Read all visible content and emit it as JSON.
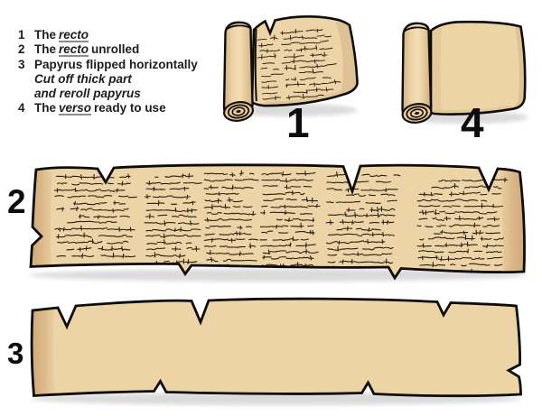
{
  "legend": {
    "items": [
      {
        "num": "1",
        "pre": "The",
        "term": "recto",
        "post": ""
      },
      {
        "num": "2",
        "pre": "The",
        "term": "recto",
        "post": "unrolled"
      },
      {
        "num": "3",
        "text": "Papyrus flipped horizontally",
        "sub1": "Cut off thick part",
        "sub2": "and reroll papyrus"
      },
      {
        "num": "4",
        "pre": "The",
        "term": "verso",
        "post": "ready to use"
      }
    ]
  },
  "labels": {
    "scroll_recto": "1",
    "papyrus_unrolled": "2",
    "papyrus_flipped": "3",
    "scroll_verso": "4"
  },
  "colors": {
    "papyrus": "#edd4a7",
    "papyrus_dark": "#d9b685",
    "papyrus_deep": "#cfa97a",
    "page_shade": "#dbbd90",
    "ink": "#241c12",
    "outline": "#0e0c09",
    "background": "#ffffff",
    "text": "#1d1d1d"
  }
}
